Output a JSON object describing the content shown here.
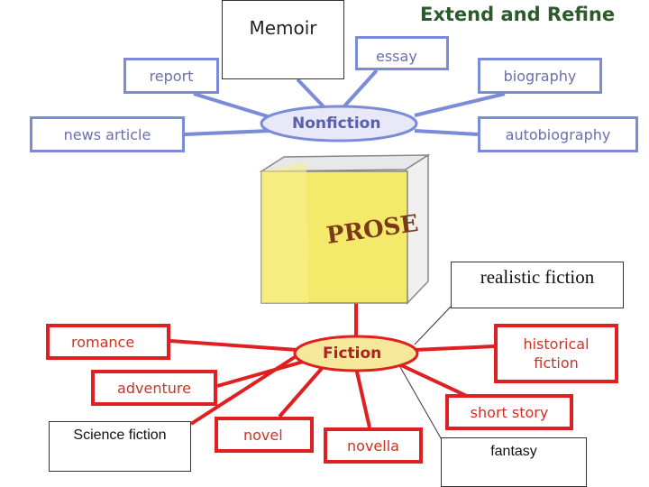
{
  "title": "Extend and Refine",
  "memoir": "Memoir",
  "book_label": "PROSE",
  "nonfiction": {
    "hub": "Nonfiction",
    "items": [
      "essay",
      "report",
      "biography",
      "news article",
      "autobiography"
    ]
  },
  "fiction": {
    "hub": "Fiction",
    "items": [
      "romance",
      "historical fiction",
      "adventure",
      "short story",
      "novel",
      "novella"
    ]
  },
  "added": {
    "realistic": "realistic fiction",
    "scifi": "Science fiction",
    "fantasy": "fantasy"
  },
  "colors": {
    "nonfiction_border": "#7a8bd8",
    "hub_fill": "#e8e8f8",
    "fiction_border": "#e02020",
    "fiction_hub_fill": "#f5e89a",
    "book": "#f3ea6c",
    "title": "#2d5a2d"
  }
}
